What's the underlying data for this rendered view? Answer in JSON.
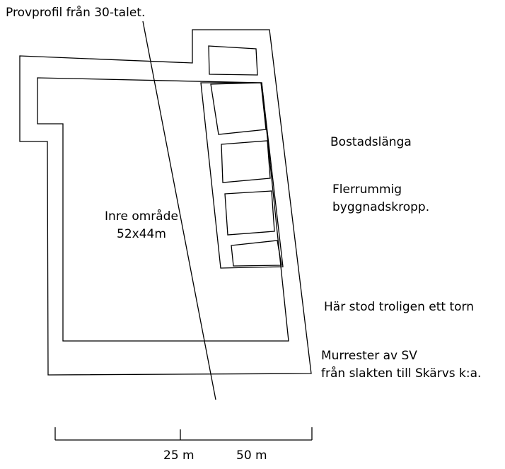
{
  "labels": {
    "profile": "Provprofil från 30-talet.",
    "inner_area_name": "Inre område",
    "inner_area_size": "52x44m",
    "residential_wing": "Bostadslänga",
    "multi_room_line1": "Flerrummig",
    "multi_room_line2": "byggnadskropp.",
    "tower": "Här stod troligen ett torn",
    "wall_remains_line1": "Murrester av SV",
    "wall_remains_line2": "från slakten till Skärvs k:a."
  },
  "scale_bar": {
    "mid_label": "25 m",
    "end_label": "50 m"
  },
  "colors": {
    "ink": "#000000",
    "background": "#ffffff"
  }
}
